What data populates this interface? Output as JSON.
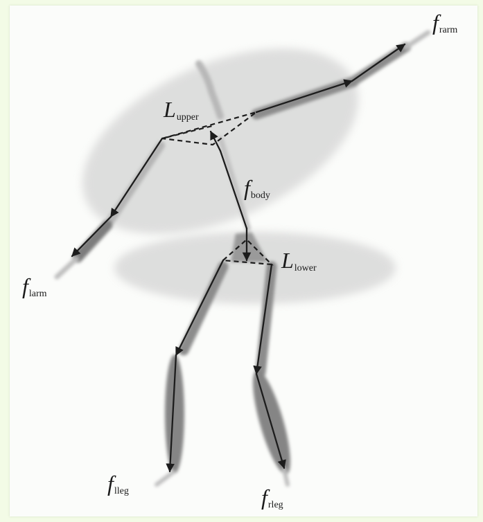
{
  "labels": {
    "f_rarm": {
      "main": "f",
      "sub": "rarm"
    },
    "l_upper": {
      "main": "L",
      "sub": "upper"
    },
    "f_body": {
      "main": "f",
      "sub": "body"
    },
    "l_lower": {
      "main": "L",
      "sub": "lower"
    },
    "f_larm": {
      "main": "f",
      "sub": "larm"
    },
    "f_lleg": {
      "main": "f",
      "sub": "lleg"
    },
    "f_rleg": {
      "main": "f",
      "sub": "rleg"
    }
  }
}
